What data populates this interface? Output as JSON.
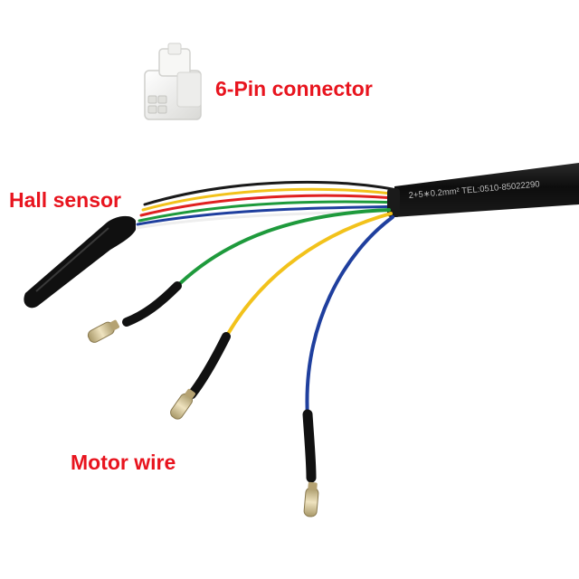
{
  "labels": {
    "connector": "6-Pin connector",
    "hall_sensor": "Hall sensor",
    "motor_wire": "Motor wire"
  },
  "cable_print": "2+5∗0.2mm²   TEL:0510-85022290",
  "colors": {
    "label": "#e8141e",
    "cable_sheath": "#111111",
    "wire_green": "#1e9a3c",
    "wire_yellow": "#f2c21b",
    "wire_blue": "#1f3f9e",
    "wire_red": "#e02020",
    "wire_black": "#1a1a1a",
    "wire_white": "#eeeeee",
    "connector_body": "#f4f4f2",
    "terminal_metal": "#c9b68a"
  }
}
